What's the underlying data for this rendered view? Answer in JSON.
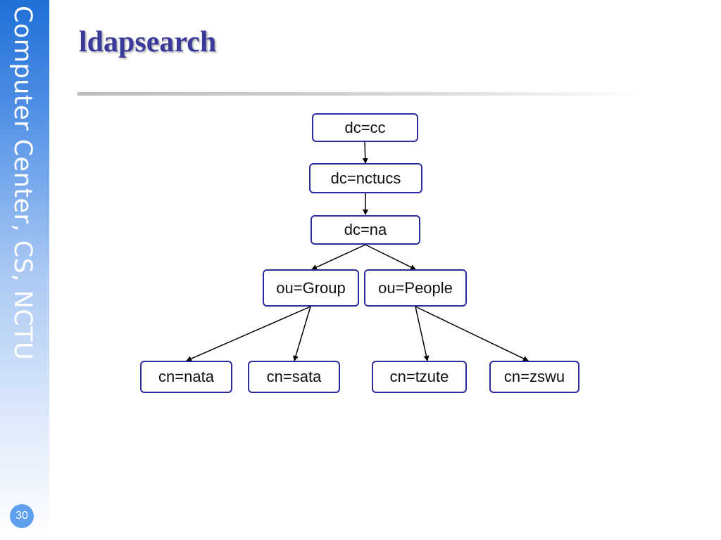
{
  "sidebar": {
    "org_text": "Computer Center, CS, NCTU",
    "page_number": "30"
  },
  "slide": {
    "title": "ldapsearch"
  },
  "diagram": {
    "nodes": {
      "dc_cc": "dc=cc",
      "dc_nctucs": "dc=nctucs",
      "dc_na": "dc=na",
      "ou_group": "ou=Group",
      "ou_people": "ou=People",
      "cn_nata": "cn=nata",
      "cn_sata": "cn=sata",
      "cn_tzute": "cn=tzute",
      "cn_zswu": "cn=zswu"
    },
    "edges": [
      [
        "dc_cc",
        "dc_nctucs"
      ],
      [
        "dc_nctucs",
        "dc_na"
      ],
      [
        "dc_na",
        "ou_group"
      ],
      [
        "dc_na",
        "ou_people"
      ],
      [
        "ou_group",
        "cn_nata"
      ],
      [
        "ou_group",
        "cn_sata"
      ],
      [
        "ou_people",
        "cn_tzute"
      ],
      [
        "ou_people",
        "cn_zswu"
      ]
    ],
    "colors": {
      "node_border": "#2c2ca0",
      "edge": "#000000"
    }
  }
}
